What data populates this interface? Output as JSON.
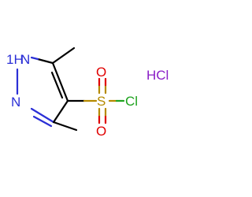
{
  "molecule": {
    "atoms": {
      "nh": "1H",
      "n2": "N",
      "s": "S",
      "o_top": "O",
      "o_bottom": "O",
      "cl": "Cl",
      "hcl": "HCl"
    },
    "colors": {
      "nitrogen": "#2b2fd6",
      "sulfur": "#b58a00",
      "oxygen": "#e00000",
      "chlorine": "#1ea21e",
      "salt": "#8a1ec7",
      "carbon_bond": "#000000"
    }
  }
}
